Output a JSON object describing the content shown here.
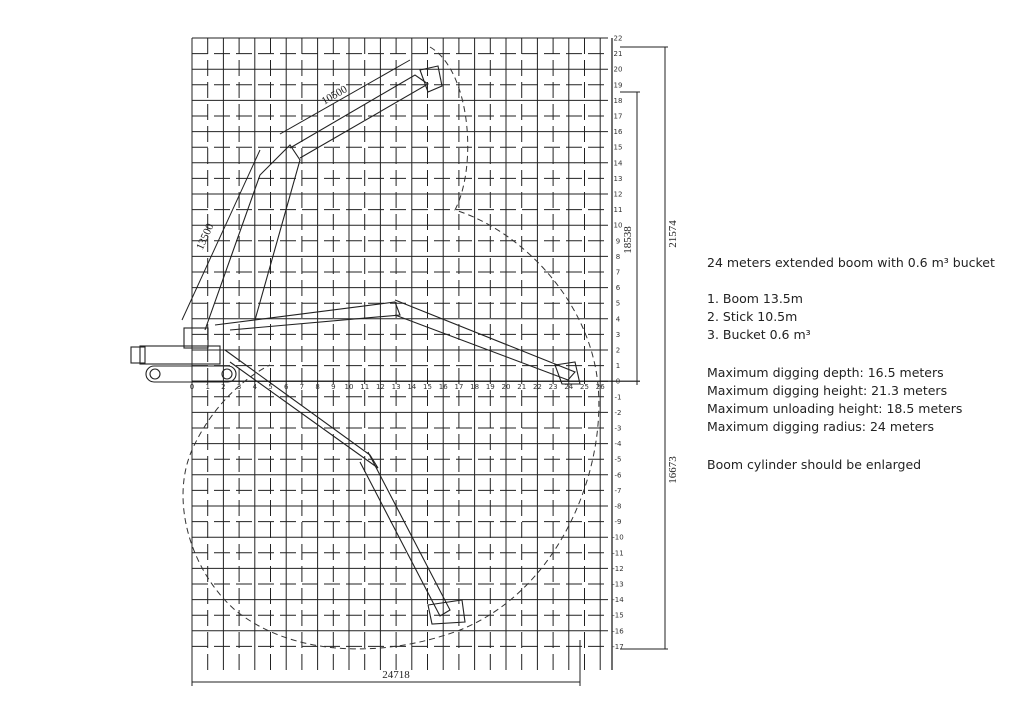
{
  "annotation": {
    "title": "24 meters extended boom with 0.6 m³ bucket",
    "components": [
      "1. Boom 13.5m",
      "2. Stick 10.5m",
      "3. Bucket 0.6 m³"
    ],
    "specs": [
      "Maximum digging depth: 16.5 meters",
      "Maximum digging height: 21.3 meters",
      "Maximum unloading height: 18.5 meters",
      "Maximum digging radius: 24 meters"
    ],
    "note": "Boom cylinder should be enlarged"
  },
  "diagram": {
    "x_ticks": [
      "0",
      "1",
      "2",
      "3",
      "4",
      "5",
      "6",
      "7",
      "8",
      "9",
      "10",
      "11",
      "12",
      "13",
      "14",
      "15",
      "16",
      "17",
      "18",
      "19",
      "20",
      "21",
      "22",
      "23",
      "24",
      "25",
      "26"
    ],
    "y_ticks": [
      "22",
      "21",
      "20",
      "19",
      "18",
      "17",
      "16",
      "15",
      "14",
      "13",
      "12",
      "11",
      "10",
      "9",
      "8",
      "7",
      "6",
      "5",
      "4",
      "3",
      "2",
      "1",
      "0",
      "-1",
      "-2",
      "-3",
      "-4",
      "-5",
      "-6",
      "-7",
      "-8",
      "-9",
      "-10",
      "-11",
      "-12",
      "-13",
      "-14",
      "-15",
      "-16",
      "-17"
    ],
    "dimensions": {
      "boom_length": "13500",
      "stick_length": "10500",
      "max_radius": "24718",
      "max_height": "21574",
      "dump_height": "18538",
      "max_depth": "16673"
    }
  }
}
